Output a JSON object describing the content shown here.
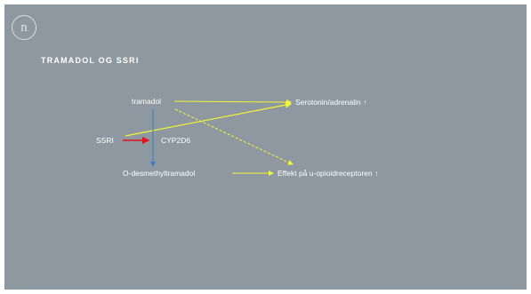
{
  "logo": {
    "letter": "n"
  },
  "title": "TRAMADOL OG SSRI",
  "nodes": {
    "tramadol": "tramadol",
    "serotonin": "Serotonin/adrenalin ↑",
    "ssri": "SSRI",
    "cyp": "CYP2D6",
    "odesmethyl": "O-desmethyltramadol",
    "effekt": "Effekt på u-opioidreceptoren ↑"
  },
  "colors": {
    "background": "#8e98a1",
    "yellow_arrow": "#f5f532",
    "red_arrow": "#e0141e",
    "blue_arrow": "#3a7ec8"
  }
}
